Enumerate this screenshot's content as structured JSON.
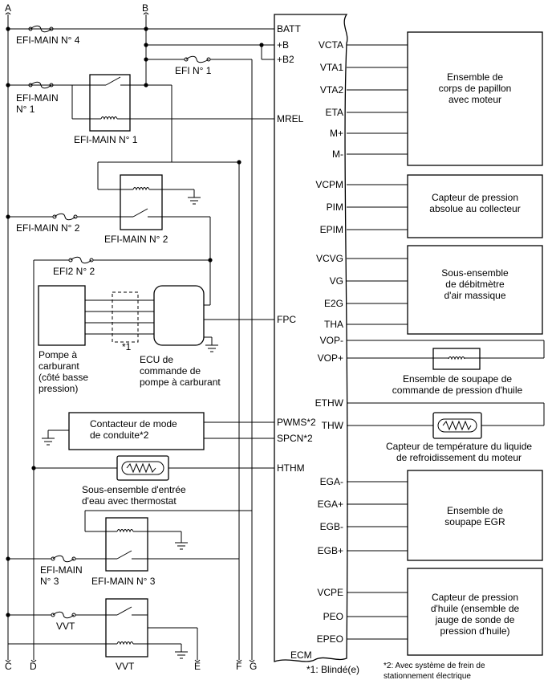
{
  "bus_labels": {
    "a": "A",
    "b": "B",
    "c": "C",
    "d": "D",
    "e": "E",
    "f": "F",
    "g": "G"
  },
  "ecm": {
    "name": "ECM",
    "left_pins": {
      "batt": "BATT",
      "plus_b": "+B",
      "plus_b2": "+B2",
      "mrel": "MREL",
      "fpc": "FPC",
      "pwms": "PWMS*2",
      "spcn": "SPCN*2",
      "hthm": "HTHM"
    },
    "right_pins": {
      "vcta": "VCTA",
      "vta1": "VTA1",
      "vta2": "VTA2",
      "eta": "ETA",
      "m_plus": "M+",
      "m_minus": "M-",
      "vcpm": "VCPM",
      "pim": "PIM",
      "epim": "EPIM",
      "vcvg": "VCVG",
      "vg": "VG",
      "e2g": "E2G",
      "tha": "THA",
      "vop_minus": "VOP-",
      "vop_plus": "VOP+",
      "ethw": "ETHW",
      "thw": "THW",
      "ega_minus": "EGA-",
      "ega_plus": "EGA+",
      "egb_minus": "EGB-",
      "egb_plus": "EGB+",
      "vcpe": "VCPE",
      "peo": "PEO",
      "epeo": "EPEO"
    }
  },
  "fuses": {
    "efi_main_4": "EFI-MAIN N° 4",
    "efi_main_1": [
      "EFI-MAIN",
      "N° 1"
    ],
    "efi_1": "EFI N° 1",
    "efi_main_2": "EFI-MAIN N° 2",
    "efi2_2": "EFI2 N° 2",
    "efi_main_3": [
      "EFI-MAIN",
      "N° 3"
    ],
    "vvt": "VVT"
  },
  "relays": {
    "efi_main_1": "EFI-MAIN N° 1",
    "efi_main_2": "EFI-MAIN N° 2",
    "efi_main_3": "EFI-MAIN N° 3",
    "vvt": "VVT"
  },
  "components": {
    "fuel_pump": [
      "Pompe à",
      "carburant",
      "(côté basse",
      "pression)"
    ],
    "shield_mark": "*1",
    "pump_ecu": [
      "ECU de",
      "commande de",
      "pompe à carburant"
    ],
    "drive_mode_switch": [
      "Contacteur de mode",
      "de conduite*2"
    ],
    "thermostat": [
      "Sous-ensemble d'entrée",
      "d'eau avec thermostat"
    ],
    "throttle_body": [
      "Ensemble de",
      "corps de papillon",
      "avec moteur"
    ],
    "map_sensor": [
      "Capteur de pression",
      "absolue au collecteur"
    ],
    "maf_meter": [
      "Sous-ensemble",
      "de débitmètre",
      "d'air massique"
    ],
    "oil_control_valve": [
      "Ensemble de soupape de",
      "commande de pression d'huile"
    ],
    "coolant_sensor": [
      "Capteur de température du liquide",
      "de refroidissement du moteur"
    ],
    "egr_valve": [
      "Ensemble de",
      "soupape EGR"
    ],
    "oil_pressure_sensor": [
      "Capteur de pression",
      "d'huile (ensemble de",
      "jauge de sonde de",
      "pression d'huile)"
    ]
  },
  "footnotes": {
    "note1": "*1: Blindé(e)",
    "note2": [
      "*2: Avec système de frein de",
      "stationnement électrique"
    ]
  },
  "icons": [
    "fuse-icon",
    "relay-switch-icon",
    "relay-coil-icon",
    "ground-icon",
    "resistor-icon",
    "coil-icon"
  ]
}
